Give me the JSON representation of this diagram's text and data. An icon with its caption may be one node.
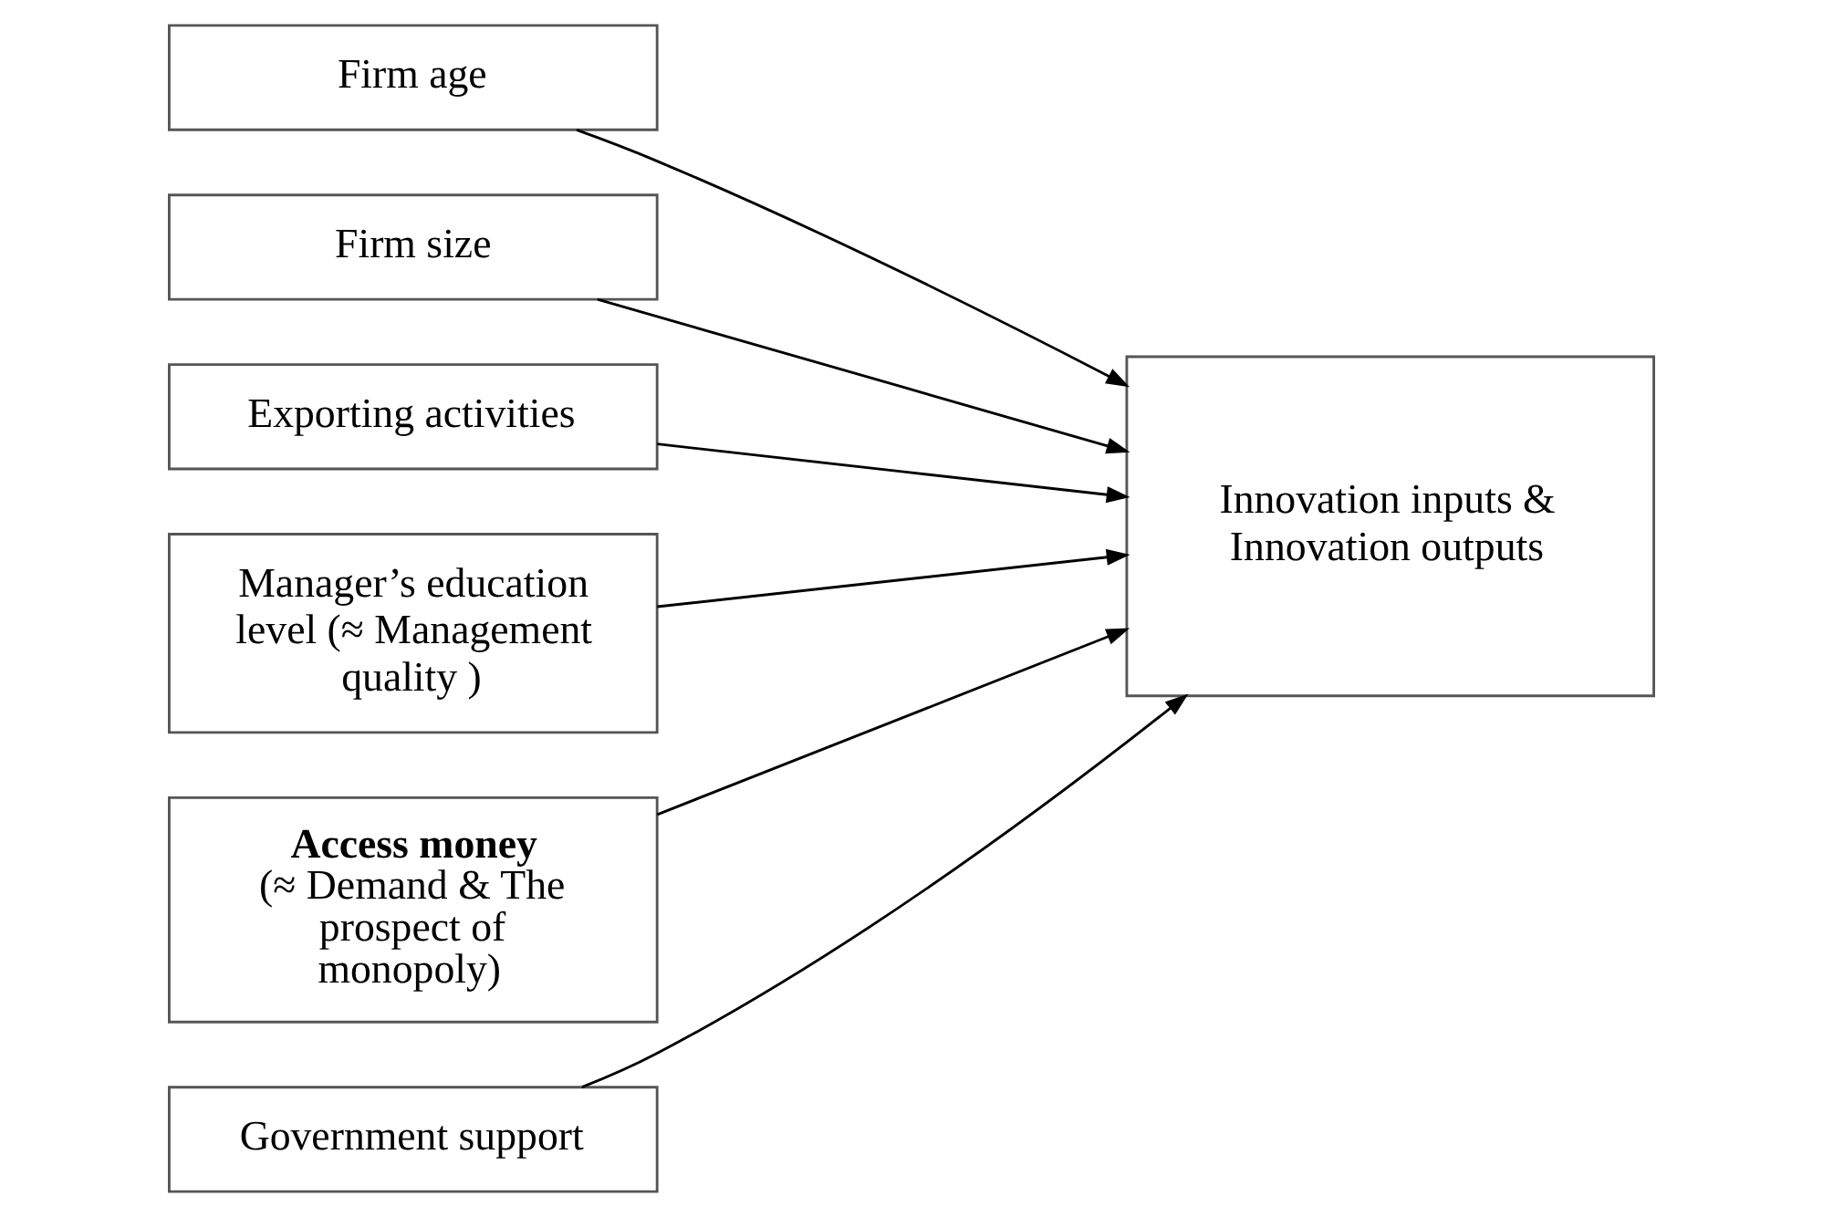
{
  "diagram": {
    "nodes": [
      {
        "text": [
          "Firm age"
        ]
      },
      {
        "text": [
          "Firm size"
        ]
      },
      {
        "text": [
          "Exporting activities"
        ]
      },
      {
        "text": [
          "Manager’s education level (≈ Management quality )"
        ]
      },
      {
        "text": [
          "Access money",
          "(≈ Demand & The prospect of monopoly)"
        ]
      },
      {
        "text": [
          "Government support"
        ]
      },
      {
        "text": [
          "Innovation inputs & Innovation outputs"
        ]
      }
    ],
    "edges": [
      {
        "from": 0,
        "to": 6,
        "arrow": "to"
      },
      {
        "from": 1,
        "to": 6,
        "arrow": "to"
      },
      {
        "from": 2,
        "to": 6,
        "arrow": "to"
      },
      {
        "from": 3,
        "to": 6,
        "arrow": "to"
      },
      {
        "from": 4,
        "to": 6,
        "arrow": "to"
      },
      {
        "from": 5,
        "to": 6,
        "arrow": "to"
      }
    ]
  }
}
